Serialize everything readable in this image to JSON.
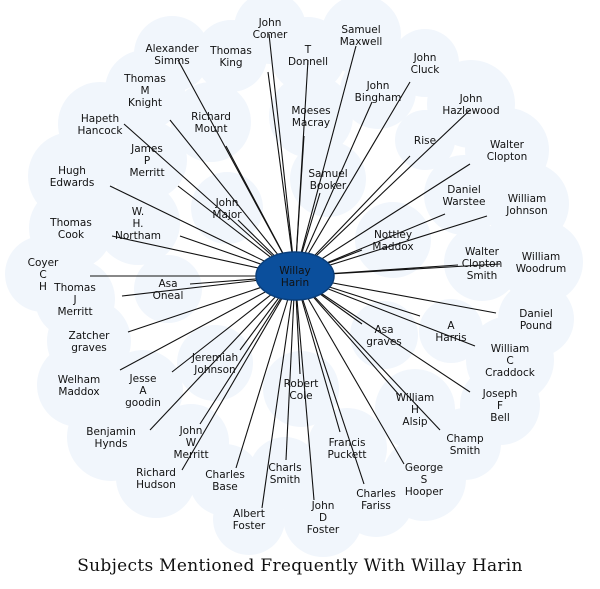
{
  "center": "Willay Harin",
  "caption": "Subjects Mentioned Frequently With Willay Harin",
  "colors": {
    "hub": "#0b4f9c",
    "bubble": "#f1f6fc",
    "edge": "#111111",
    "hub_edge": "#0a3f7c"
  },
  "nodes": [
    {
      "id": "john-comer",
      "label": "John Comer"
    },
    {
      "id": "alexander-simms",
      "label": "Alexander Simms"
    },
    {
      "id": "thomas-king",
      "label": "Thomas King"
    },
    {
      "id": "t-donnell",
      "label": "T Donnell"
    },
    {
      "id": "samuel-maxwell",
      "label": "Samuel Maxwell"
    },
    {
      "id": "john-cluck",
      "label": "John Cluck"
    },
    {
      "id": "thomas-m-knight",
      "label": "Thomas M Knight"
    },
    {
      "id": "john-bingham",
      "label": "John Bingham"
    },
    {
      "id": "john-hazlewood",
      "label": "John Hazlewood"
    },
    {
      "id": "hapeth-hancock",
      "label": "Hapeth Hancock"
    },
    {
      "id": "richard-mount",
      "label": "Richard Mount"
    },
    {
      "id": "moeses-macray",
      "label": "Moeses Macray"
    },
    {
      "id": "rise",
      "label": "Rise"
    },
    {
      "id": "walter-clopton",
      "label": "Walter Clopton"
    },
    {
      "id": "james-p-merritt",
      "label": "James P Merritt"
    },
    {
      "id": "hugh-edwards",
      "label": "Hugh Edwards"
    },
    {
      "id": "samuel-booker",
      "label": "Samuel Booker"
    },
    {
      "id": "daniel-warstee",
      "label": "Daniel Warstee"
    },
    {
      "id": "william-johnson",
      "label": "William Johnson"
    },
    {
      "id": "john-major",
      "label": "John Major"
    },
    {
      "id": "w-h-northam",
      "label": "W. H. Northam"
    },
    {
      "id": "thomas-cook",
      "label": "Thomas Cook"
    },
    {
      "id": "nottley-maddox",
      "label": "Nottley Maddox"
    },
    {
      "id": "walter-clopton-smith",
      "label": "Walter Clopton Smith"
    },
    {
      "id": "william-woodrum",
      "label": "William Woodrum"
    },
    {
      "id": "coyer-c-h",
      "label": "Coyer C H"
    },
    {
      "id": "thomas-j-merritt",
      "label": "Thomas J Merritt"
    },
    {
      "id": "asa-oneal",
      "label": "Asa Oneal"
    },
    {
      "id": "daniel-pound",
      "label": "Daniel Pound"
    },
    {
      "id": "asa-graves",
      "label": "Asa graves"
    },
    {
      "id": "a-harris",
      "label": "A Harris"
    },
    {
      "id": "zatcher-graves",
      "label": "Zatcher graves"
    },
    {
      "id": "william-c-craddock",
      "label": "William C Craddock"
    },
    {
      "id": "jeremiah-johnson",
      "label": "Jeremiah Johnson"
    },
    {
      "id": "welham-maddox",
      "label": "Welham Maddox"
    },
    {
      "id": "jesse-a-goodin",
      "label": "Jesse A goodin"
    },
    {
      "id": "robert-cole",
      "label": "Robert Cole"
    },
    {
      "id": "william-h-alsip",
      "label": "William H Alsip"
    },
    {
      "id": "joseph-f-bell",
      "label": "Joseph F Bell"
    },
    {
      "id": "benjamin-hynds",
      "label": "Benjamin Hynds"
    },
    {
      "id": "john-w-merritt",
      "label": "John W Merritt"
    },
    {
      "id": "champ-smith",
      "label": "Champ Smith"
    },
    {
      "id": "francis-puckett",
      "label": "Francis Puckett"
    },
    {
      "id": "richard-hudson",
      "label": "Richard Hudson"
    },
    {
      "id": "charles-base",
      "label": "Charles Base"
    },
    {
      "id": "charls-smith",
      "label": "Charls Smith"
    },
    {
      "id": "george-s-hooper",
      "label": "George S Hooper"
    },
    {
      "id": "charles-fariss",
      "label": "Charles Fariss"
    },
    {
      "id": "albert-foster",
      "label": "Albert Foster"
    },
    {
      "id": "john-d-foster",
      "label": "John D Foster"
    }
  ]
}
